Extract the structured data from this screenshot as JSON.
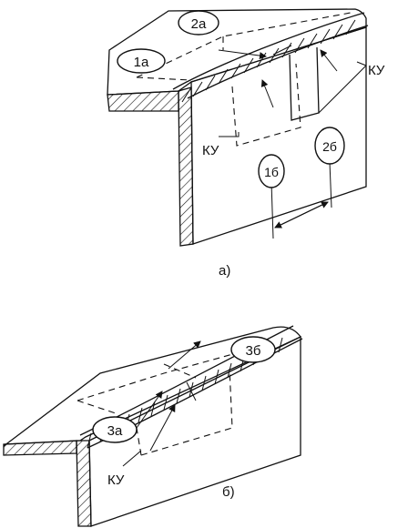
{
  "figure_a": {
    "caption": "а)",
    "zones": [
      "1а",
      "2а",
      "1б",
      "2б"
    ],
    "ku_labels": [
      "КУ",
      "КУ"
    ]
  },
  "figure_b": {
    "caption": "б)",
    "zones": [
      "3а",
      "3б"
    ],
    "ku_labels": [
      "КУ"
    ]
  }
}
